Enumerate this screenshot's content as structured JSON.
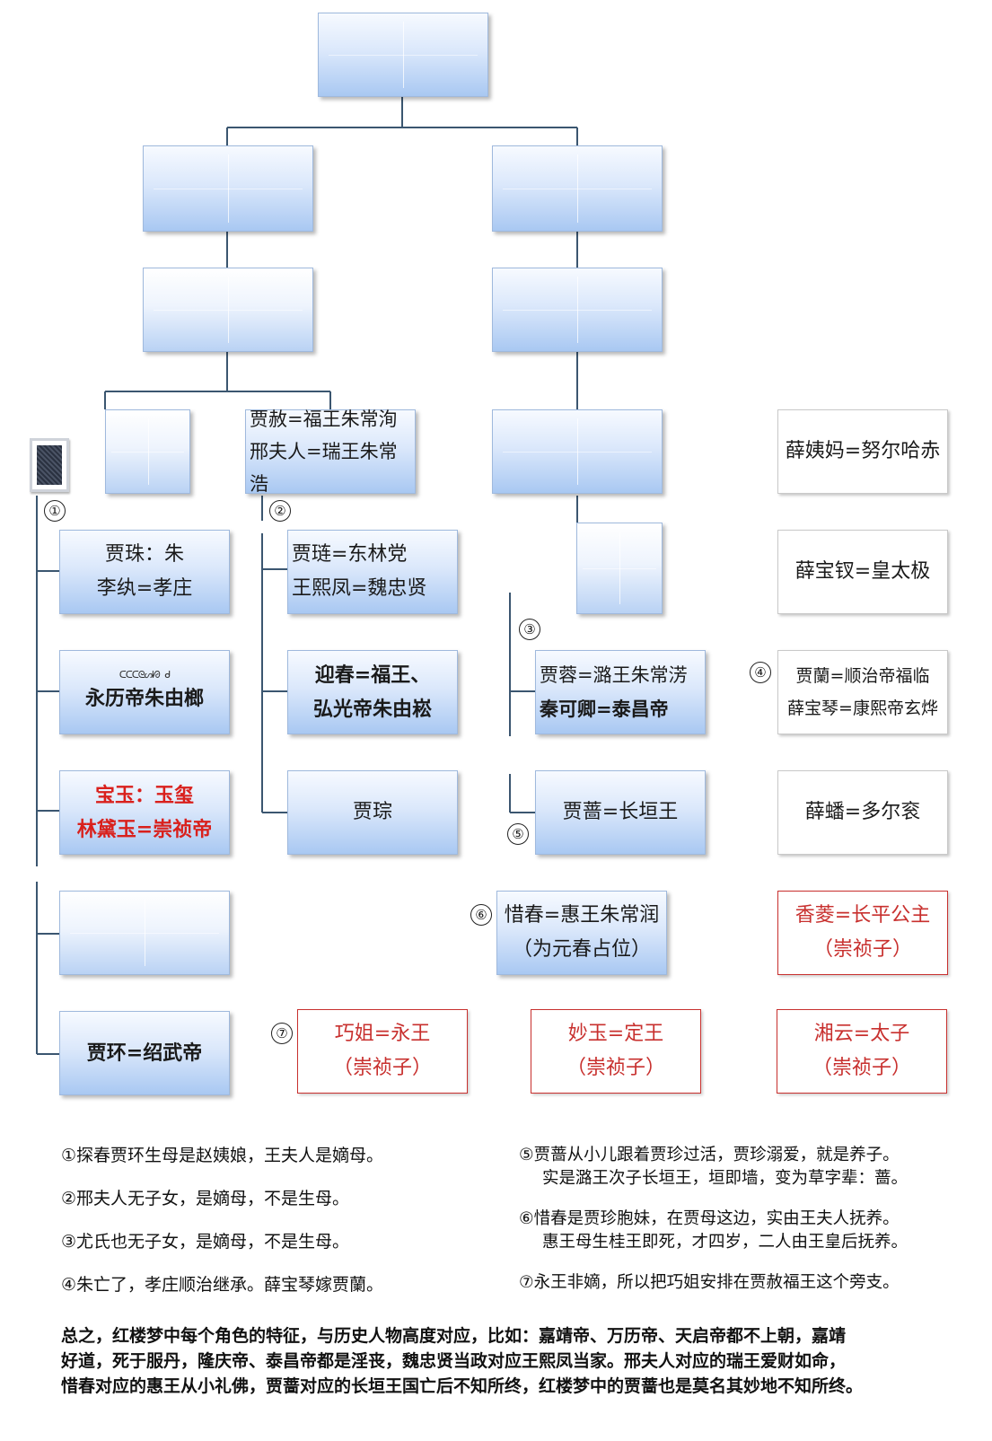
{
  "boxes": {
    "jia_she": {
      "line1": "贾赦=福王朱常洵",
      "line2": "邢夫人=瑞王朱常浩"
    },
    "xue_yima": {
      "line1": "薛姨妈=努尔哈赤"
    },
    "jia_zhu": {
      "line1": "贾珠：朱",
      "line2": "李纨=孝庄"
    },
    "jia_lian": {
      "line1": "贾琏=东林党",
      "line2": "王熙凤=魏忠贤"
    },
    "xue_baochai": {
      "line1": "薛宝钗=皇太极"
    },
    "yongli": {
      "scribble": "ᑕᑕᑕᘓᔕᘙ ᑯ",
      "line1": "永历帝朱由榔"
    },
    "yingchun": {
      "line1": "迎春=福王、",
      "line2": "弘光帝朱由崧"
    },
    "jia_rong": {
      "line1": "贾蓉=潞王朱常淓",
      "line2": "秦可卿=泰昌帝"
    },
    "jia_lan": {
      "line1": "贾蘭=顺治帝福临",
      "line2": "薛宝琴=康熙帝玄烨"
    },
    "baoyu": {
      "line1": "宝玉：玉玺",
      "line2": "林黛玉=崇祯帝"
    },
    "jia_cong": {
      "line1": "贾琮"
    },
    "jia_qiang": {
      "line1": "贾蔷=长垣王"
    },
    "xue_pan": {
      "line1": "薛蟠=多尔衮"
    },
    "xichun": {
      "line1": "惜春=惠王朱常润",
      "line2": "（为元春占位）"
    },
    "xiangling": {
      "line1": "香菱=长平公主",
      "line2": "（崇祯子）"
    },
    "jia_huan": {
      "line1": "贾环=绍武帝"
    },
    "qiaojie": {
      "line1": "巧姐=永王",
      "line2": "（崇祯子）"
    },
    "miaoyu": {
      "line1": "妙玉=定王",
      "line2": "（崇祯子）"
    },
    "xiangyun": {
      "line1": "湘云=太子",
      "line2": "（崇祯子）"
    }
  },
  "markers": {
    "m1": "①",
    "m2": "②",
    "m3": "③",
    "m4": "④",
    "m5": "⑤",
    "m6": "⑥",
    "m7": "⑦"
  },
  "notes": {
    "left": [
      "①探春贾环生母是赵姨娘，王夫人是嫡母。",
      "②邢夫人无子女，是嫡母，不是生母。",
      "③尤氏也无子女，是嫡母，不是生母。",
      "④朱亡了，孝庄顺治继承。薛宝琴嫁贾蘭。"
    ],
    "right": [
      "⑤贾蔷从小儿跟着贾珍过活，贾珍溺爱，就是养子。",
      "实是潞王次子长垣王，垣即墙，变为草字辈：蔷。",
      "⑥惜春是贾珍胞妹，在贾母这边，实由王夫人抚养。",
      "惠王母生桂王即死，才四岁，二人由王皇后抚养。",
      "⑦永王非嫡，所以把巧姐安排在贾赦福王这个旁支。"
    ]
  },
  "summary": {
    "line1": "总之，红楼梦中每个角色的特征，与历史人物高度对应，比如：嘉靖帝、万历帝、天启帝都不上朝，嘉靖",
    "line2": "好道，死于服丹，隆庆帝、泰昌帝都是淫丧，魏忠贤当政对应王熙凤当家。邢夫人对应的瑞王爱财如命，",
    "line3": "惜春对应的惠王从小礼佛，贾蔷对应的长垣王国亡后不知所终，红楼梦中的贾蔷也是莫名其妙地不知所终。"
  },
  "colors": {
    "line": "#3b5670",
    "red": "#d9201c",
    "box_blue": "#a9c8f2"
  }
}
